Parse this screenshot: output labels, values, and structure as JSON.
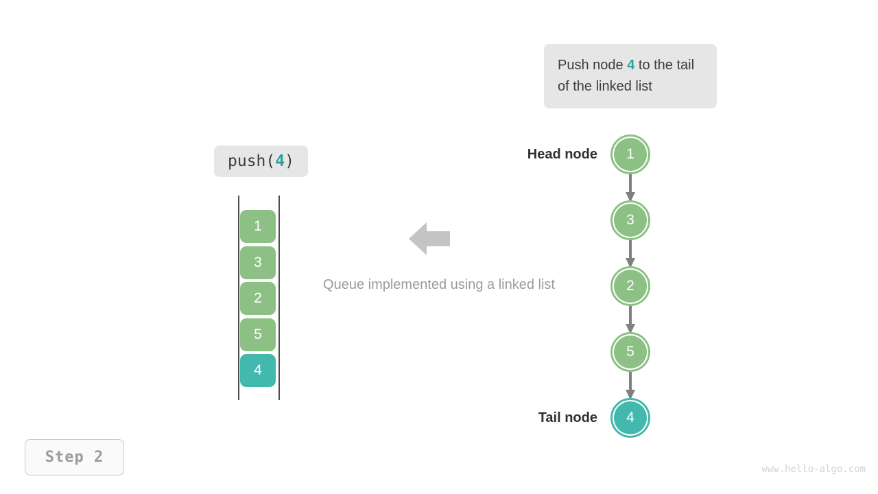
{
  "annotation": {
    "text_before": "Push node ",
    "highlight": "4",
    "text_after": " to the tail of the linked list"
  },
  "operation": {
    "name": "push(",
    "argument": "4",
    "close": ")"
  },
  "queue_array": {
    "cells": [
      {
        "value": "1",
        "color": "#8cc084"
      },
      {
        "value": "3",
        "color": "#8cc084"
      },
      {
        "value": "2",
        "color": "#8cc084"
      },
      {
        "value": "5",
        "color": "#8cc084"
      },
      {
        "value": "4",
        "color": "#43b8ad"
      }
    ]
  },
  "caption": "Queue implemented using a linked list",
  "linked_list": {
    "head_label": "Head node",
    "tail_label": "Tail node",
    "nodes": [
      {
        "value": "1",
        "color": "#8cc084"
      },
      {
        "value": "3",
        "color": "#8cc084"
      },
      {
        "value": "2",
        "color": "#8cc084"
      },
      {
        "value": "5",
        "color": "#8cc084"
      },
      {
        "value": "4",
        "color": "#43b8ad"
      }
    ]
  },
  "step_badge": "Step 2",
  "watermark": "www.hello-algo.com",
  "colors": {
    "green": "#8cc084",
    "teal": "#43b8ad",
    "accent_text": "#2ca098",
    "box_bg": "#e6e6e6",
    "arrow_gray": "#808080",
    "big_arrow_gray": "#c4c4c4"
  }
}
